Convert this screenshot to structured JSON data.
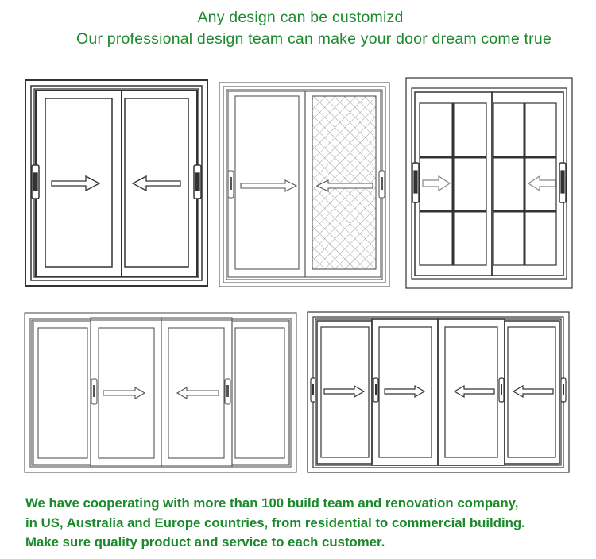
{
  "header": {
    "line1": "Any design can be customizd",
    "line2": "Our professional design team can make your door dream come true"
  },
  "footer": {
    "line1": "We have cooperating with more than 100 build team and renovation company,",
    "line2": "in US, Australia and Europe countries, from residential to commercial building.",
    "line3": "Make sure quality product and service to each customer."
  },
  "colors": {
    "text_green": "#1e8a2e",
    "line": "#3a3a3a"
  },
  "doors": [
    {
      "name": "door-two-panel-dark-frame",
      "panels": 2
    },
    {
      "name": "door-two-panel-with-screen",
      "panels": 2
    },
    {
      "name": "door-two-panel-grid",
      "panels": 2
    },
    {
      "name": "door-four-panel-center-open",
      "panels": 4
    },
    {
      "name": "door-four-panel-all-sliding",
      "panels": 4
    }
  ]
}
